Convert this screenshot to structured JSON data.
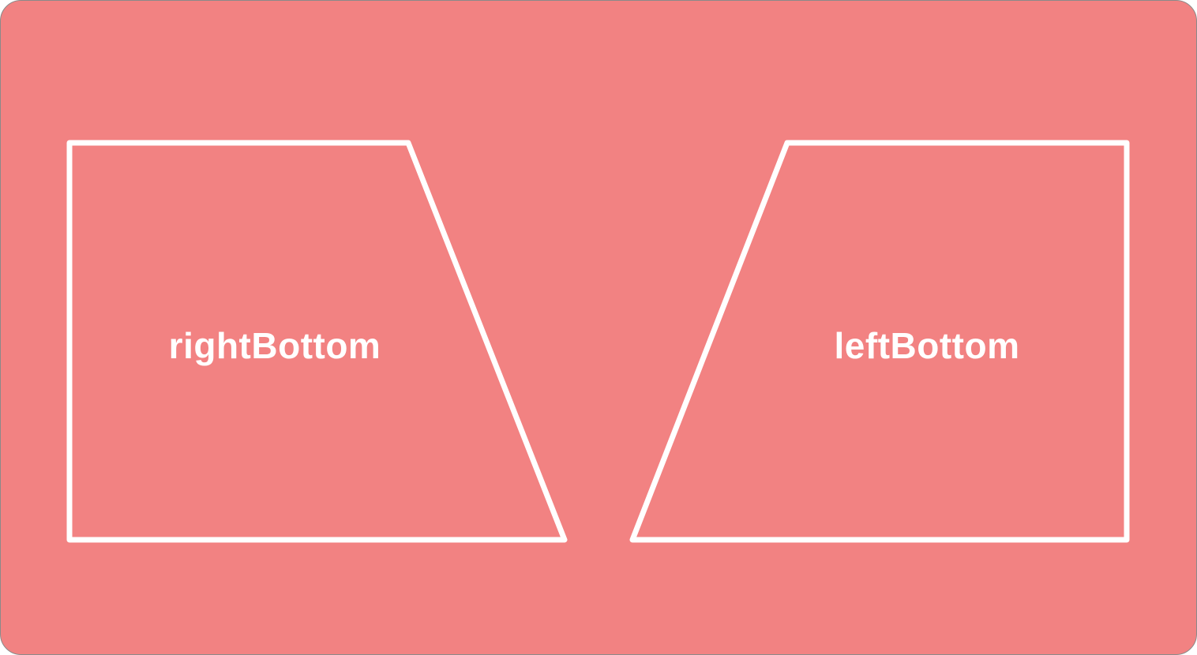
{
  "colors": {
    "background": "#F28282",
    "stroke": "#FFFFFF",
    "border": "#8A8A8A"
  },
  "shapes": [
    {
      "id": "right-bottom",
      "label": "rightBottom"
    },
    {
      "id": "left-bottom",
      "label": "leftBottom"
    }
  ]
}
